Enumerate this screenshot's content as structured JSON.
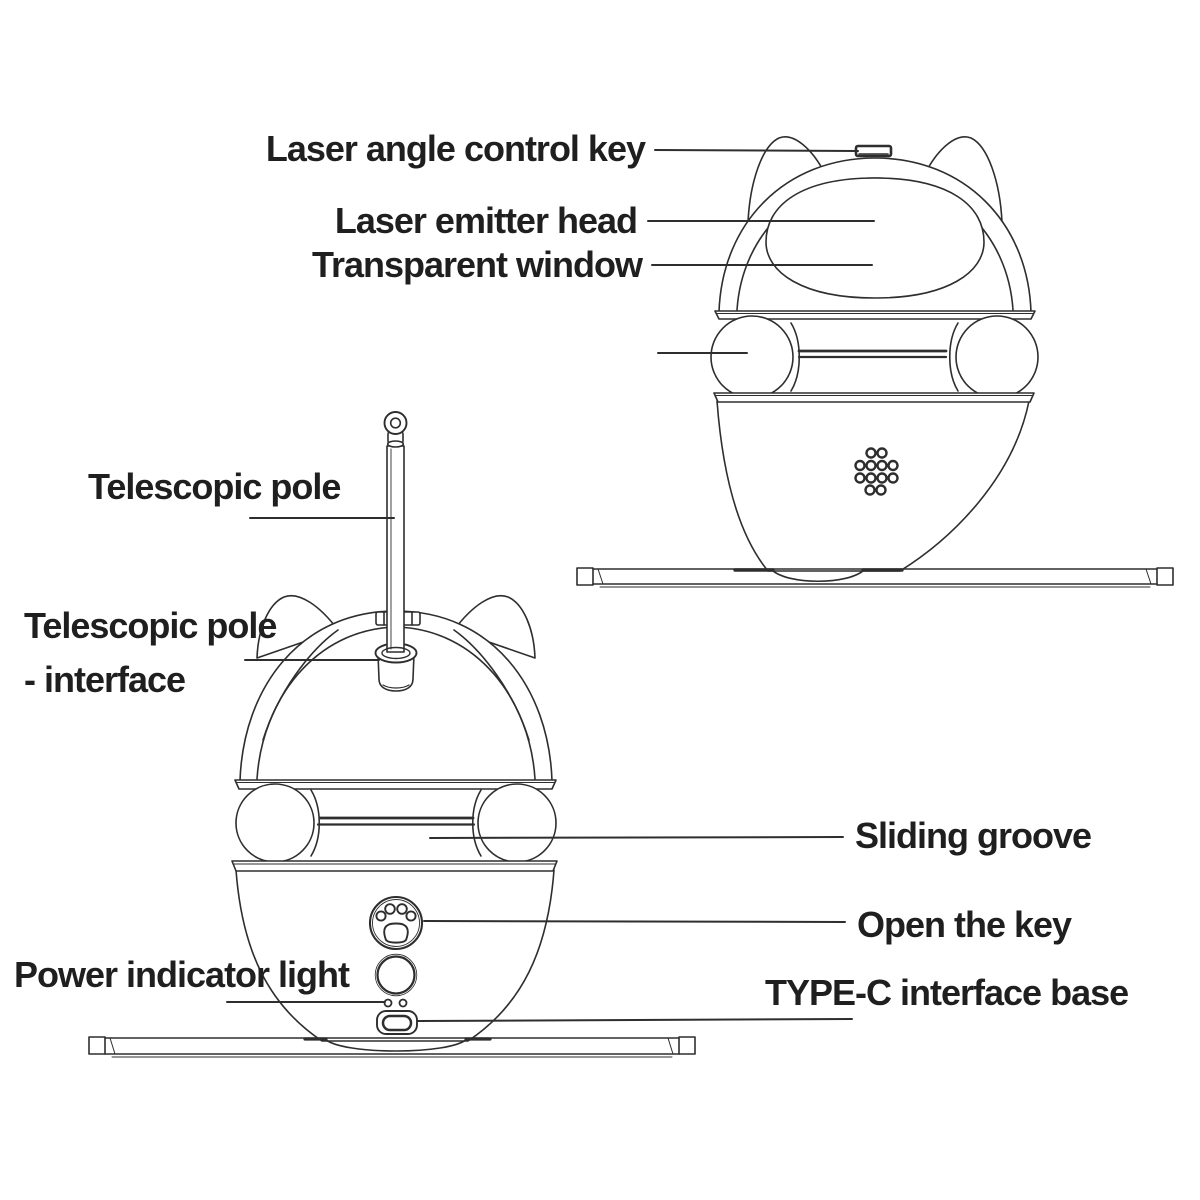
{
  "colors": {
    "background": "#ffffff",
    "line_art_ink": "#2e2e2e",
    "label_text": "#1f1f1f"
  },
  "labels": {
    "laser_angle_control_key": "Laser angle control key",
    "laser_emitter_head": "Laser emitter head",
    "transparent_window": "Transparent window",
    "telescopic_pole": "Telescopic pole",
    "telescopic_pole_interface_line1": "Telescopic pole",
    "telescopic_pole_interface_line2": "- interface",
    "sliding_groove": "Sliding groove",
    "open_the_key": "Open the key",
    "power_indicator_light": "Power indicator light",
    "type_c_interface_base": "TYPE-C interface base"
  },
  "icons": {
    "paw_button": "paw-print-icon",
    "speaker_holes": "speaker-holes-icon",
    "power_indicator_dots": "indicator-dots-icon",
    "type_c_port": "type-c-port-icon",
    "telescopic_pole_tip": "pole-knob-icon"
  }
}
